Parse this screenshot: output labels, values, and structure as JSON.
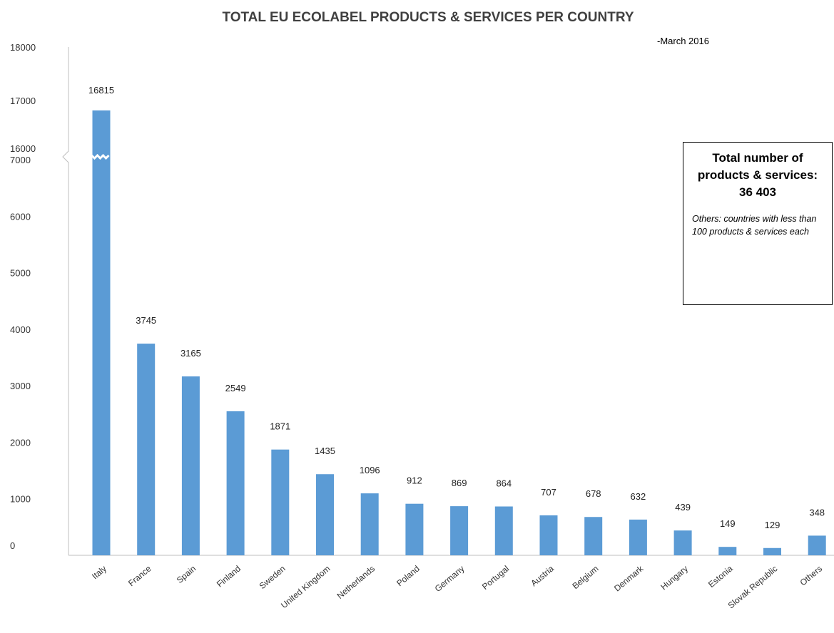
{
  "chart_data": {
    "type": "bar",
    "title": "TOTAL EU ECOLABEL PRODUCTS & SERVICES PER COUNTRY",
    "subtitle": "-March 2016",
    "categories": [
      "Italy",
      "France",
      "Spain",
      "Finland",
      "Sweden",
      "United Kingdom",
      "Netherlands",
      "Poland",
      "Germany",
      "Portugal",
      "Austria",
      "Belgium",
      "Denmark",
      "Hungary",
      "Estonia",
      "Slovak Republic",
      "Others"
    ],
    "series": [
      {
        "values": [
          16815,
          3745,
          3165,
          2549,
          1871,
          1435,
          1096,
          912,
          869,
          864,
          707,
          678,
          632,
          439,
          149,
          129,
          348
        ]
      }
    ],
    "data_labels": [
      "16815",
      "3745",
      "3165",
      "2549",
      "1871",
      "1435",
      "1096",
      "912",
      "869",
      "864",
      "707",
      "678",
      "632",
      "439",
      "149",
      "129",
      "348"
    ],
    "ylim": [
      0,
      18000
    ],
    "axis_break": {
      "lower_max": 7000,
      "upper_min": 16000
    },
    "yticks_lower": [
      "0",
      "1000",
      "2000",
      "3000",
      "4000",
      "5000",
      "6000",
      "7000"
    ],
    "yticks_upper": [
      "16000",
      "17000",
      "18000"
    ],
    "grid": false,
    "bar_color": "#5b9bd5",
    "xlabel": "",
    "ylabel": ""
  },
  "note": {
    "heading": "Total number of products & services:",
    "total": "36 403",
    "text": "Others: countries with less than 100 products & services each"
  }
}
